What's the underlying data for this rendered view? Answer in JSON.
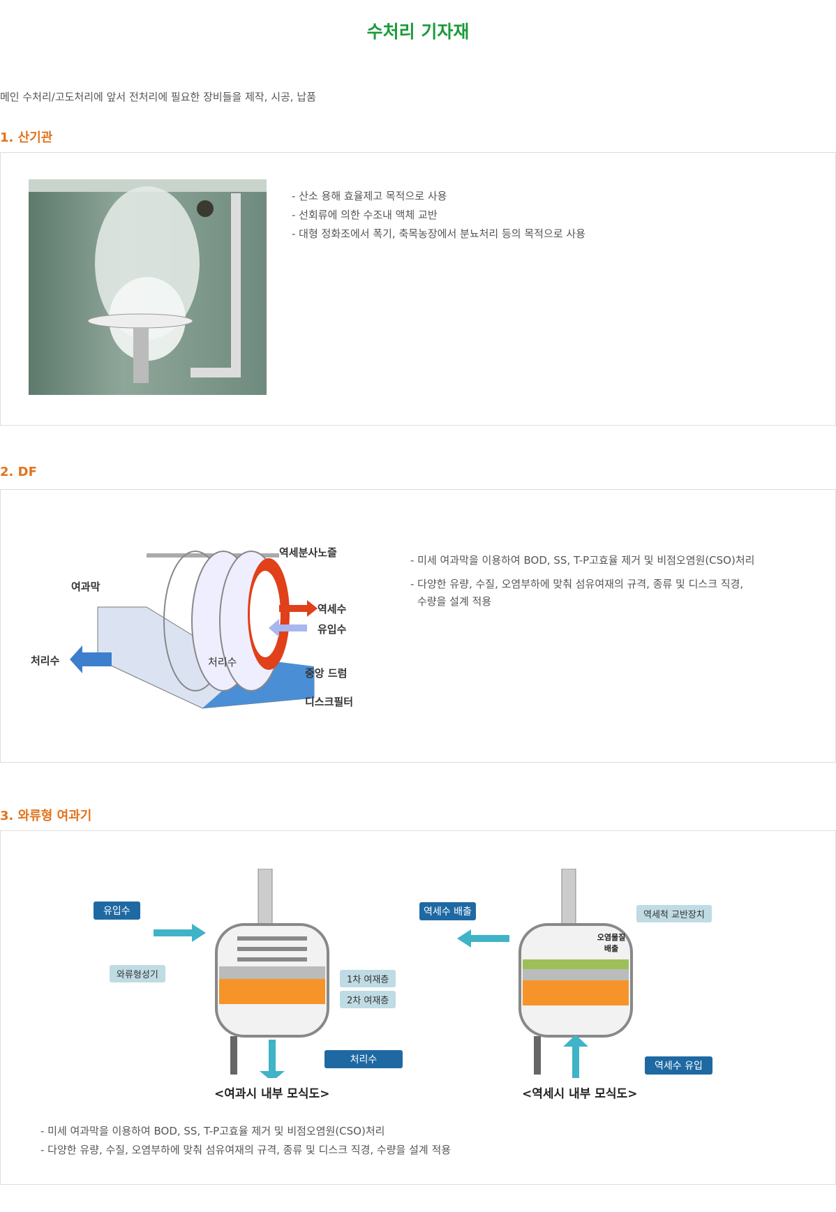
{
  "page_title": "수처리 기자재",
  "intro": "메인 수처리/고도처리에 앞서 전처리에 필요한 장비들을 제작, 시공, 납품",
  "sections": [
    {
      "heading": "1. 산기관",
      "bullets": [
        "- 산소 용해 효율제고 목적으로 사용",
        "- 선회류에 의한 수조내 액체 교반",
        "- 대형 정화조에서 폭기, 축목농장에서 분뇨처리 등의 목적으로 사용"
      ]
    },
    {
      "heading": "2. DF",
      "bullets": [
        "- 미세 여과막을 이용하여 BOD, SS, T-P고효율 제거 및 비점오염원(CSO)처리",
        "- 다양한 유량, 수질, 오염부하에 맞춰 섬유여재의 규격, 종류 및 디스크 직경,",
        "  수량을 설계 적용"
      ],
      "diagram_labels": {
        "nozzle": "역세분사노즐",
        "membrane": "여과막",
        "backwash": "역세수",
        "inflow": "유입수",
        "treated_out": "처리수",
        "treated_in": "처리수",
        "drum": "중앙 드럼",
        "disc": "디스크필터"
      }
    },
    {
      "heading": "3. 와류형 여과기",
      "bullets": [
        "- 미세 여과막을 이용하여 BOD, SS, T-P고효율 제거 및 비점오염원(CSO)처리",
        "- 다양한 유량, 수질, 오염부하에 맞춰 섬유여재의 규격, 종류 및 디스크 직경, 수량을 설계 적용"
      ],
      "left": {
        "caption": "<여과시 내부 모식도>",
        "inflow": "유입수",
        "vortex": "와류형성기",
        "layer1": "1차 여재층",
        "layer2": "2차 여재층",
        "treated": "처리수"
      },
      "right": {
        "caption": "<역세시 내부 모식도>",
        "discharge": "역세수 배출",
        "agitator": "역세척 교반장치",
        "pollutant": "오염물질 배출",
        "inflow": "역세수 유입"
      }
    }
  ]
}
